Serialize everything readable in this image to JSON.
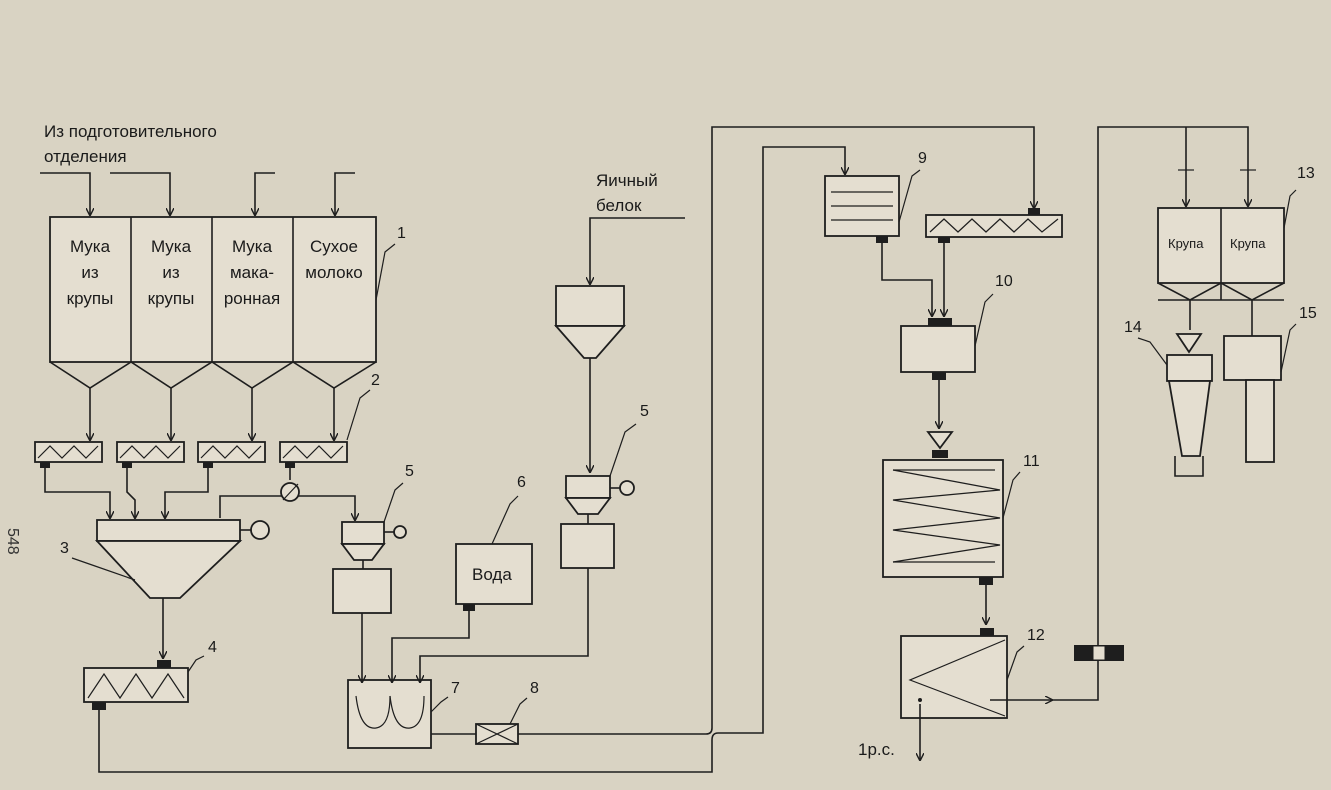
{
  "labels": {
    "source_line1": "Из подготовительного",
    "source_line2": "отделения",
    "bin1": [
      "Мука",
      "из",
      "крупы"
    ],
    "bin2": [
      "Мука",
      "из",
      "крупы"
    ],
    "bin3": [
      "Мука",
      "мака-",
      "ронная"
    ],
    "bin4": [
      "Сухое",
      "молоко"
    ],
    "egg_line1": "Яичный",
    "egg_line2": "белок",
    "water": "Вода",
    "grain1": "Крупа",
    "grain2": "Крупа",
    "outlet": "1р.с.",
    "page_number": "548"
  },
  "numbers": [
    "1",
    "2",
    "3",
    "4",
    "5",
    "5",
    "6",
    "7",
    "8",
    "9",
    "10",
    "11",
    "12",
    "13",
    "14",
    "15"
  ]
}
